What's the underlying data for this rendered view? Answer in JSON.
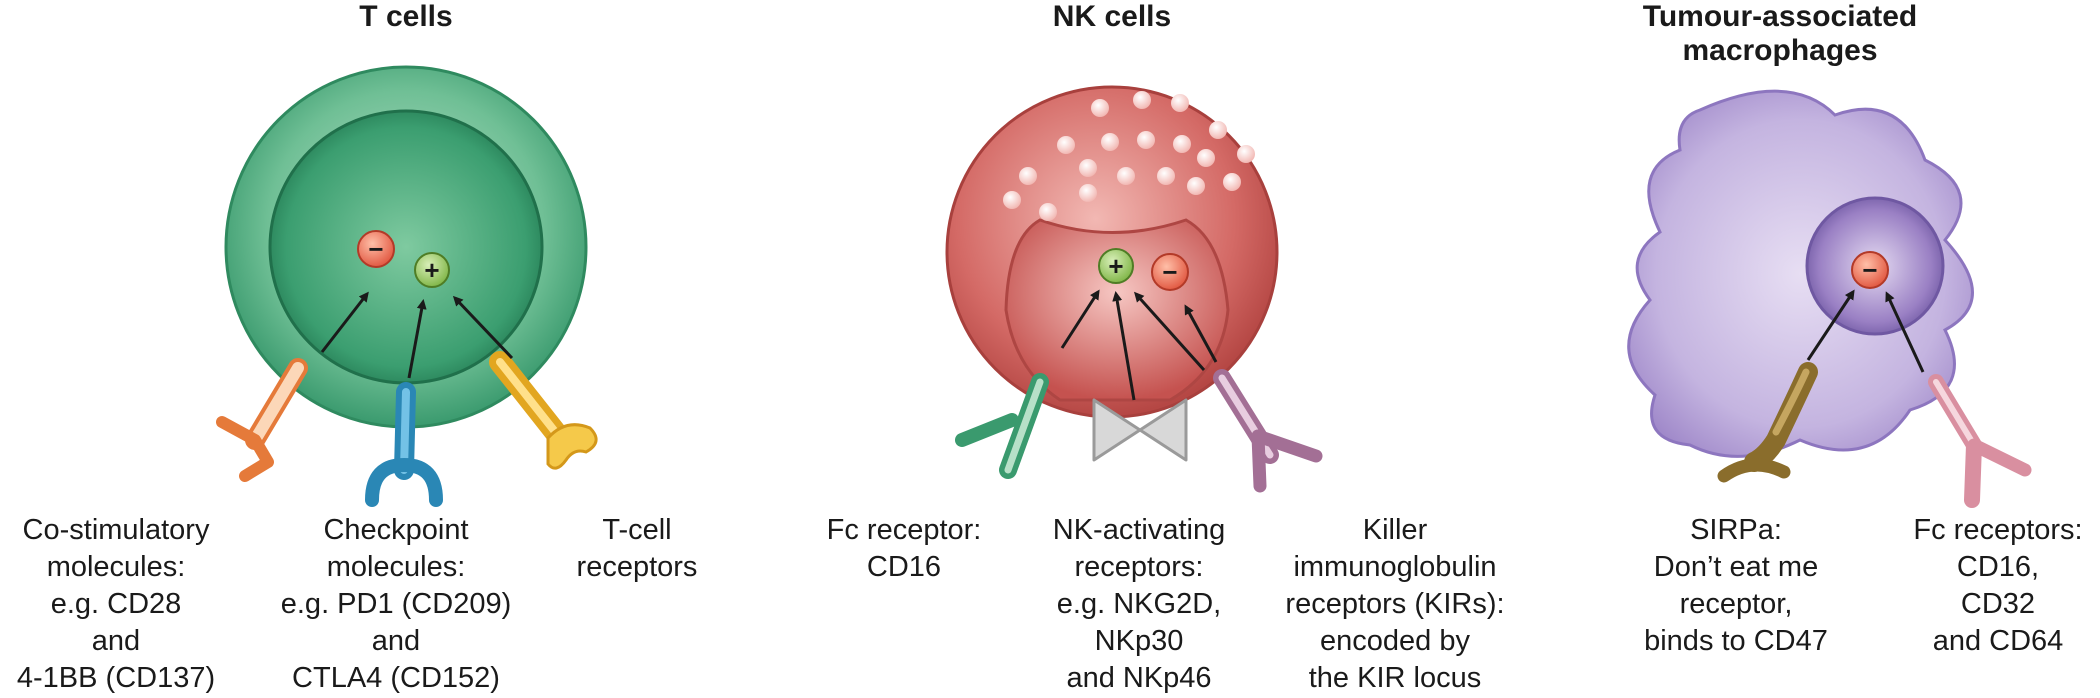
{
  "panels": [
    {
      "title": [
        "T cells"
      ],
      "labels": [
        {
          "lines": [
            "Co-stimulatory",
            "molecules:",
            "e.g. CD28",
            "and",
            "4-1BB (CD137)"
          ]
        },
        {
          "lines": [
            "Checkpoint",
            "molecules:",
            "e.g. PD1 (CD209)",
            "and",
            "CTLA4 (CD152)"
          ]
        },
        {
          "lines": [
            "T-cell",
            "receptors"
          ]
        }
      ]
    },
    {
      "title": [
        "NK cells"
      ],
      "labels": [
        {
          "lines": [
            "Fc receptor:",
            "CD16"
          ]
        },
        {
          "lines": [
            "NK-activating",
            "receptors:",
            "e.g. NKG2D,",
            "NKp30",
            "and NKp46"
          ]
        },
        {
          "lines": [
            "Killer",
            "immunoglobulin",
            "receptors (KIRs):",
            "encoded by",
            "the KIR locus"
          ]
        }
      ]
    },
    {
      "title": [
        "Tumour-associated",
        "macrophages"
      ],
      "labels": [
        {
          "lines": [
            "SIRPa:",
            "Don’t eat me",
            "receptor,",
            "binds to CD47"
          ]
        },
        {
          "lines": [
            "Fc receptors:",
            "CD16,",
            "CD32",
            "and CD64"
          ]
        }
      ]
    }
  ],
  "signs": {
    "positive": "+",
    "negative": "−"
  },
  "colors": {
    "t_cell": "#3a9a6e",
    "nk_cell": "#d46a66",
    "macrophage": "#b7a6d6",
    "signal_positive": "#7cb342",
    "signal_negative": "#e0533c"
  }
}
